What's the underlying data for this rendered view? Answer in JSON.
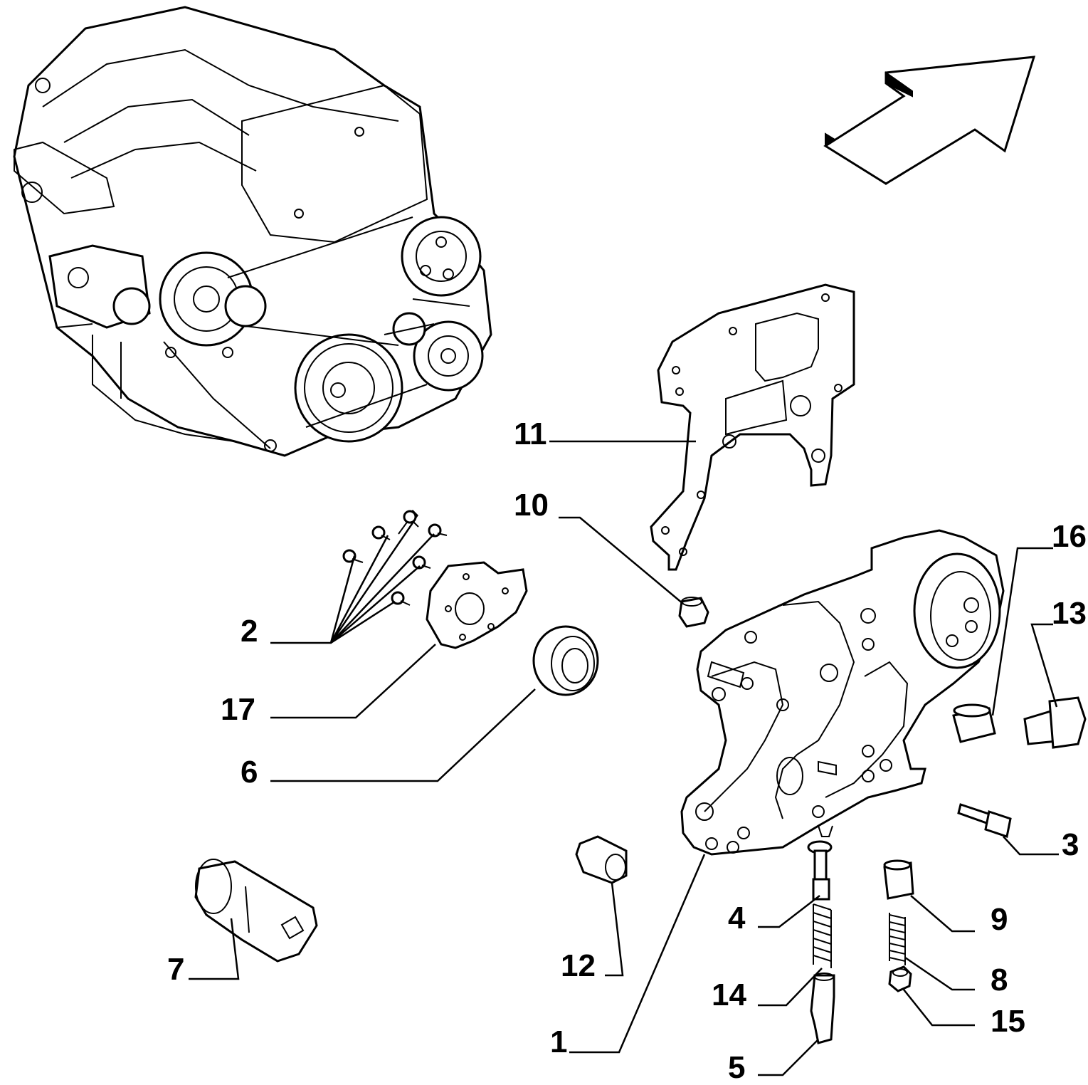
{
  "diagram": {
    "background_color": "#ffffff",
    "line_color": "#000000",
    "icons": [
      "engine-assembly-icon",
      "orientation-arrow-icon"
    ],
    "callouts": [
      {
        "id": "c1",
        "label": "1"
      },
      {
        "id": "c2",
        "label": "2"
      },
      {
        "id": "c3",
        "label": "3"
      },
      {
        "id": "c4",
        "label": "4"
      },
      {
        "id": "c5",
        "label": "5"
      },
      {
        "id": "c6",
        "label": "6"
      },
      {
        "id": "c7",
        "label": "7"
      },
      {
        "id": "c8",
        "label": "8"
      },
      {
        "id": "c9",
        "label": "9"
      },
      {
        "id": "c10",
        "label": "10"
      },
      {
        "id": "c11",
        "label": "11"
      },
      {
        "id": "c12",
        "label": "12"
      },
      {
        "id": "c13",
        "label": "13"
      },
      {
        "id": "c14",
        "label": "14"
      },
      {
        "id": "c15",
        "label": "15"
      },
      {
        "id": "c16",
        "label": "16"
      },
      {
        "id": "c17",
        "label": "17"
      }
    ]
  }
}
